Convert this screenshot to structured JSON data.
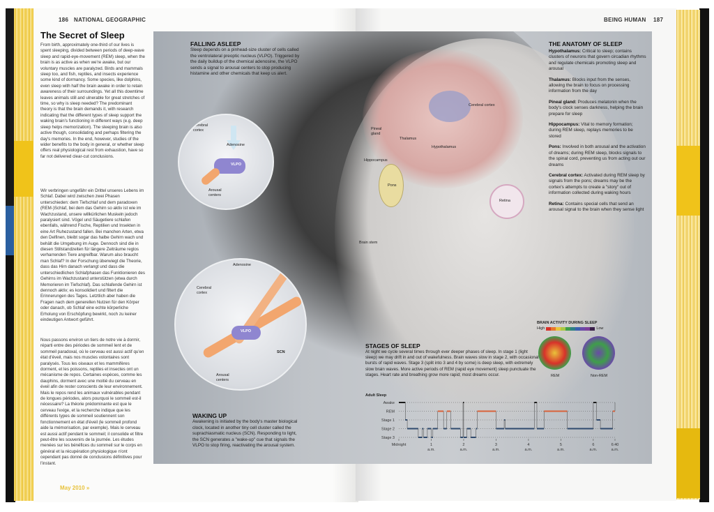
{
  "left_page": {
    "folio": "186",
    "running_head": "NATIONAL GEOGRAPHIC",
    "title": "The Secret of Sleep",
    "para_en": "From birth, approximately one-third of our lives is spent sleeping, divided between periods of deep-wave sleep and rapid-eye-movement (REM) sleep, when the brain is as active as when we're awake, but our voluntary muscles are paralyzed. Birds and mammals sleep too, and fish, reptiles, and insects experience some kind of dormancy. Some species, like dolphins, even sleep with half the brain awake in order to retain awareness of their surroundings. Yet all this downtime leaves animals still and ulnerable for great stretches of time, so why is sleep needed? The predominant theory is that the brain demands it, with research indicating that the different types of sleep support the waking brain's functioning in different ways (e.g. deep sleep helps memorization). The sleeping brain is also active though, consolidating and perhaps filtering the day's memories. In the end, however, studies of the wider benefits to the body in general, or whether sleep offers real physiological rest from exhaustion, have so far not delivered clear-cut conclusions.",
    "para_de": "Wir verbringen ungefähr ein Drittel unseres Lebens im Schlaf. Dabei wird zwischen zwei Phasen unterschieden: dem Tiefschlaf und dem paradoxen (REM-)Schlaf, bei dem das Gehirn so aktiv ist wie im Wachzustand, unsere willkürlichen Muskeln jedoch paralysiert sind. Vögel und Säugetiere schlafen ebenfalls, während Fische, Reptilien und Insekten in eine Art Ruhezustand fallen. Bei manchen Arten, etwa den Delfinen, bleibt sogar das halbe Gehirn wach und behält die Umgebung im Auge. Dennoch sind die in diesen Stillstandzeiten für längere Zeiträume reglos verharrenden Tiere angreifbar. Warum also braucht man Schlaf? In der Forschung überwiegt die Theorie, dass das Hirn danach verlangt und dass die unterschiedlichen Schlafphasen das Funktionieren des Gehirns im Wachzustand unterstützen (etwa durch Memorieren im Tiefschlaf). Das schlafende Gehirn ist dennoch aktiv; es konsolidiert und filtert die Erinnerungen des Tages. Letztlich aber haben die Fragen nach dem generellen Nutzen für den Körper oder danach, ob Schlaf eine echte körperliche Erholung von Erschöpfung bewirkt, noch zu keiner eindeutigen Antwort geführt.",
    "para_fr": "Nous passons environ un tiers de notre vie à dormir, réparti entre des périodes de sommeil lent et de sommeil paradoxal, où le cerveau est aussi actif qu'en état d'éveil, mais nos muscles volontaires sont paralysés. Tous les oiseaux et les mammifères dorment, et les poissons, reptiles et insectes ont un mécanisme de repos. Certaines espèces, comme les dauphins, dorment avec une moitié du cerveau en éveil afin de rester conscients de leur environnement. Mais le repos rend les animaux vulnérables pendant de longues périodes, alors pourquoi le sommeil est-il nécessaire? La théorie prédominante est que le cerveau l'exige, et la recherche indique que les différents types de sommeil soutiennent son fonctionnement en état d'éveil (le sommeil profond aide la mémorisation, par exemple). Mais le cerveau est aussi actif pendant le sommeil; il consolide et filtre peut-être les souvenirs de la journée. Les études menées sur les bénéfices du sommeil sur le corps en général et la récupération physiologique n'ont cependant pas donné de conclusions définitives pour l'instant.",
    "footer": "May 2010",
    "footer_mark": "»"
  },
  "right_page": {
    "running_head": "BEING HUMAN",
    "folio": "187"
  },
  "falling_asleep": {
    "title": "FALLING ASLEEP",
    "text": "Sleep depends on a pinhead-size cluster of cells called the ventrolateral preoptic nucleus (VLPO). Triggered by the daily buildup of the chemical adenosine, the VLPO sends a signal to arousal centers to stop producing histamine and other chemicals that keep us alert.",
    "labels": {
      "cortex": "Cerebral cortex",
      "adenosine": "Adenosine",
      "vlpo": "VLPO",
      "arousal": "Arousal centers"
    }
  },
  "waking_up": {
    "title": "WAKING UP",
    "text": "Awakening is initiated by the body's master biological clock, located in another tiny cell cluster called the suprachiasmatic nucleus (SCN). Responding to light, the SCN generates a \"wake-up\" cue that signals the VLPO to stop firing, reactivating the arousal system.",
    "labels": {
      "adenosine": "Adenosine",
      "cortex": "Cerebral cortex",
      "vlpo": "VLPO",
      "scn": "SCN",
      "arousal": "Arousal centers"
    }
  },
  "brain_labels": {
    "cortex": "Cerebral cortex",
    "pineal": "Pineal gland",
    "thalamus": "Thalamus",
    "hypothalamus": "Hypothalamus",
    "hippocampus": "Hippocampus",
    "pons": "Pons",
    "retina": "Retina",
    "brainstem": "Brain stem"
  },
  "anatomy": {
    "title": "THE ANATOMY OF SLEEP",
    "items": [
      {
        "term": "Hypothalamus:",
        "text": "Critical to sleep; contains clusters of neurons that govern circadian rhythms and regulate chemicals promoting sleep and arousal"
      },
      {
        "term": "Thalamus:",
        "text": "Blocks input from the senses, allowing the brain to focus on processing information from the day"
      },
      {
        "term": "Pineal gland:",
        "text": "Produces melatonin when the body's clock senses darkness, helping the brain prepare for sleep"
      },
      {
        "term": "Hippocampus:",
        "text": "Vital to memory formation; during REM sleep, replays memories to be stored"
      },
      {
        "term": "Pons:",
        "text": "Involved in both arousal and the activation of dreams; during REM sleep, blocks signals to the spinal cord, preventing us from acting out our dreams"
      },
      {
        "term": "Cerebral cortex:",
        "text": "Activated during REM sleep by signals from the pons; dreams may be the cortex's attempts to create a \"story\" out of information collected during waking hours"
      },
      {
        "term": "Retina:",
        "text": "Contains special cells that send an arousal signal to the brain when they sense light"
      }
    ]
  },
  "stages": {
    "title": "STAGES OF SLEEP",
    "text": "At night we cycle several times through ever deeper phases of sleep. In stage 1 (light sleep) we may drift in and out of wakefulness. Brain waves slow in stage 2, with occasional bursts of rapid waves. Stage 3 (split into 3 and 4 by some) is deep sleep, with extremely slow brain waves. More active periods of REM (rapid eye movement) sleep punctuate the stages. Heart rate and breathing grow more rapid; most dreams occur."
  },
  "brain_activity": {
    "title": "BRAIN ACTIVITY DURING SLEEP",
    "high": "High",
    "low": "Low",
    "scale_colors": [
      "#d8322a",
      "#e9772c",
      "#e8c53a",
      "#a9c844",
      "#3f9e4a",
      "#2f7f86",
      "#3b5fb0",
      "#6a4aa8",
      "#7d3e9a",
      "#3a1f4a"
    ],
    "rem_label": "REM",
    "nonrem_label": "Non-REM"
  },
  "chart_data": {
    "type": "line",
    "title": "Adult Sleep",
    "y_categories": [
      "Awake",
      "REM",
      "Stage 1",
      "Stage 2",
      "Stage 3"
    ],
    "x_ticks": [
      {
        "h": 0,
        "label": "Midnight",
        "sub": ""
      },
      {
        "h": 1,
        "label": "1",
        "sub": "a.m."
      },
      {
        "h": 2,
        "label": "2",
        "sub": "a.m."
      },
      {
        "h": 3,
        "label": "3",
        "sub": "a.m."
      },
      {
        "h": 4,
        "label": "4",
        "sub": "a.m."
      },
      {
        "h": 5,
        "label": "5",
        "sub": "a.m."
      },
      {
        "h": 6,
        "label": "6",
        "sub": "a.m."
      },
      {
        "h": 6.67,
        "label": "6:40",
        "sub": "a.m."
      }
    ],
    "xlim": [
      0,
      6.67
    ],
    "hypnogram": [
      [
        0,
        "Awake"
      ],
      [
        0.2,
        "Stage 1"
      ],
      [
        0.26,
        "Stage 2"
      ],
      [
        0.6,
        "Stage 3"
      ],
      [
        0.72,
        "Stage 2"
      ],
      [
        0.76,
        "Stage 3"
      ],
      [
        0.88,
        "Stage 2"
      ],
      [
        1.0,
        "Stage 3"
      ],
      [
        1.05,
        "Stage 2"
      ],
      [
        1.2,
        "REM"
      ],
      [
        1.38,
        "Stage 2"
      ],
      [
        1.48,
        "REM"
      ],
      [
        1.6,
        "Stage 2"
      ],
      [
        1.9,
        "Stage 3"
      ],
      [
        1.98,
        "Awake"
      ],
      [
        2.0,
        "Stage 3"
      ],
      [
        2.1,
        "Stage 2"
      ],
      [
        2.22,
        "Stage 3"
      ],
      [
        2.38,
        "Stage 2"
      ],
      [
        2.42,
        "REM"
      ],
      [
        3.0,
        "Stage 2"
      ],
      [
        3.25,
        "Stage 1"
      ],
      [
        3.28,
        "Stage 2"
      ],
      [
        4.18,
        "Awake"
      ],
      [
        4.26,
        "Stage 2"
      ],
      [
        4.48,
        "REM"
      ],
      [
        5.2,
        "Stage 2"
      ],
      [
        6.0,
        "Awake"
      ],
      [
        6.1,
        "Stage 1"
      ],
      [
        6.22,
        "Stage 2"
      ],
      [
        6.6,
        "REM"
      ],
      [
        6.67,
        "Awake"
      ]
    ],
    "colors": {
      "sleep": "#2f4a6e",
      "rem": "#d9623a",
      "awake": "#1a1a1a"
    },
    "grid": true
  }
}
